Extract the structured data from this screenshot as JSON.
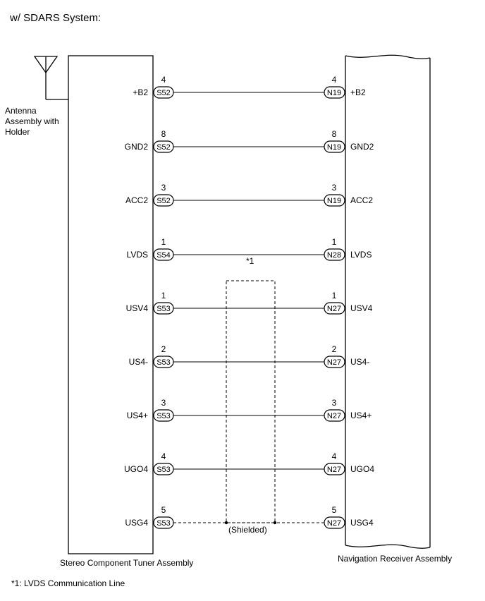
{
  "title": "w/ SDARS System:",
  "antenna": {
    "label_lines": [
      "Antenna",
      "Assembly with",
      "Holder"
    ],
    "icon": "antenna-icon"
  },
  "left_component": {
    "name": "Stereo Component Tuner Assembly"
  },
  "right_component": {
    "name": "Navigation Receiver Assembly"
  },
  "signals": [
    {
      "left_terminal": "+B2",
      "left_pin": "4",
      "left_connector": "S52",
      "right_pin": "4",
      "right_connector": "N19",
      "right_terminal": "+B2",
      "dashed": false
    },
    {
      "left_terminal": "GND2",
      "left_pin": "8",
      "left_connector": "S52",
      "right_pin": "8",
      "right_connector": "N19",
      "right_terminal": "GND2",
      "dashed": false
    },
    {
      "left_terminal": "ACC2",
      "left_pin": "3",
      "left_connector": "S52",
      "right_pin": "3",
      "right_connector": "N19",
      "right_terminal": "ACC2",
      "dashed": false
    },
    {
      "left_terminal": "LVDS",
      "left_pin": "1",
      "left_connector": "S54",
      "right_pin": "1",
      "right_connector": "N28",
      "right_terminal": "LVDS",
      "dashed": false
    },
    {
      "left_terminal": "USV4",
      "left_pin": "1",
      "left_connector": "S53",
      "right_pin": "1",
      "right_connector": "N27",
      "right_terminal": "USV4",
      "dashed": false
    },
    {
      "left_terminal": "US4-",
      "left_pin": "2",
      "left_connector": "S53",
      "right_pin": "2",
      "right_connector": "N27",
      "right_terminal": "US4-",
      "dashed": false
    },
    {
      "left_terminal": "US4+",
      "left_pin": "3",
      "left_connector": "S53",
      "right_pin": "3",
      "right_connector": "N27",
      "right_terminal": "US4+",
      "dashed": false
    },
    {
      "left_terminal": "UGO4",
      "left_pin": "4",
      "left_connector": "S53",
      "right_pin": "4",
      "right_connector": "N27",
      "right_terminal": "UGO4",
      "dashed": false
    },
    {
      "left_terminal": "USG4",
      "left_pin": "5",
      "left_connector": "S53",
      "right_pin": "5",
      "right_connector": "N27",
      "right_terminal": "USG4",
      "dashed": true
    }
  ],
  "annotations": {
    "lvds_marker": "*1",
    "shielded_label": "(Shielded)"
  },
  "footnote": "*1: LVDS Communication Line"
}
